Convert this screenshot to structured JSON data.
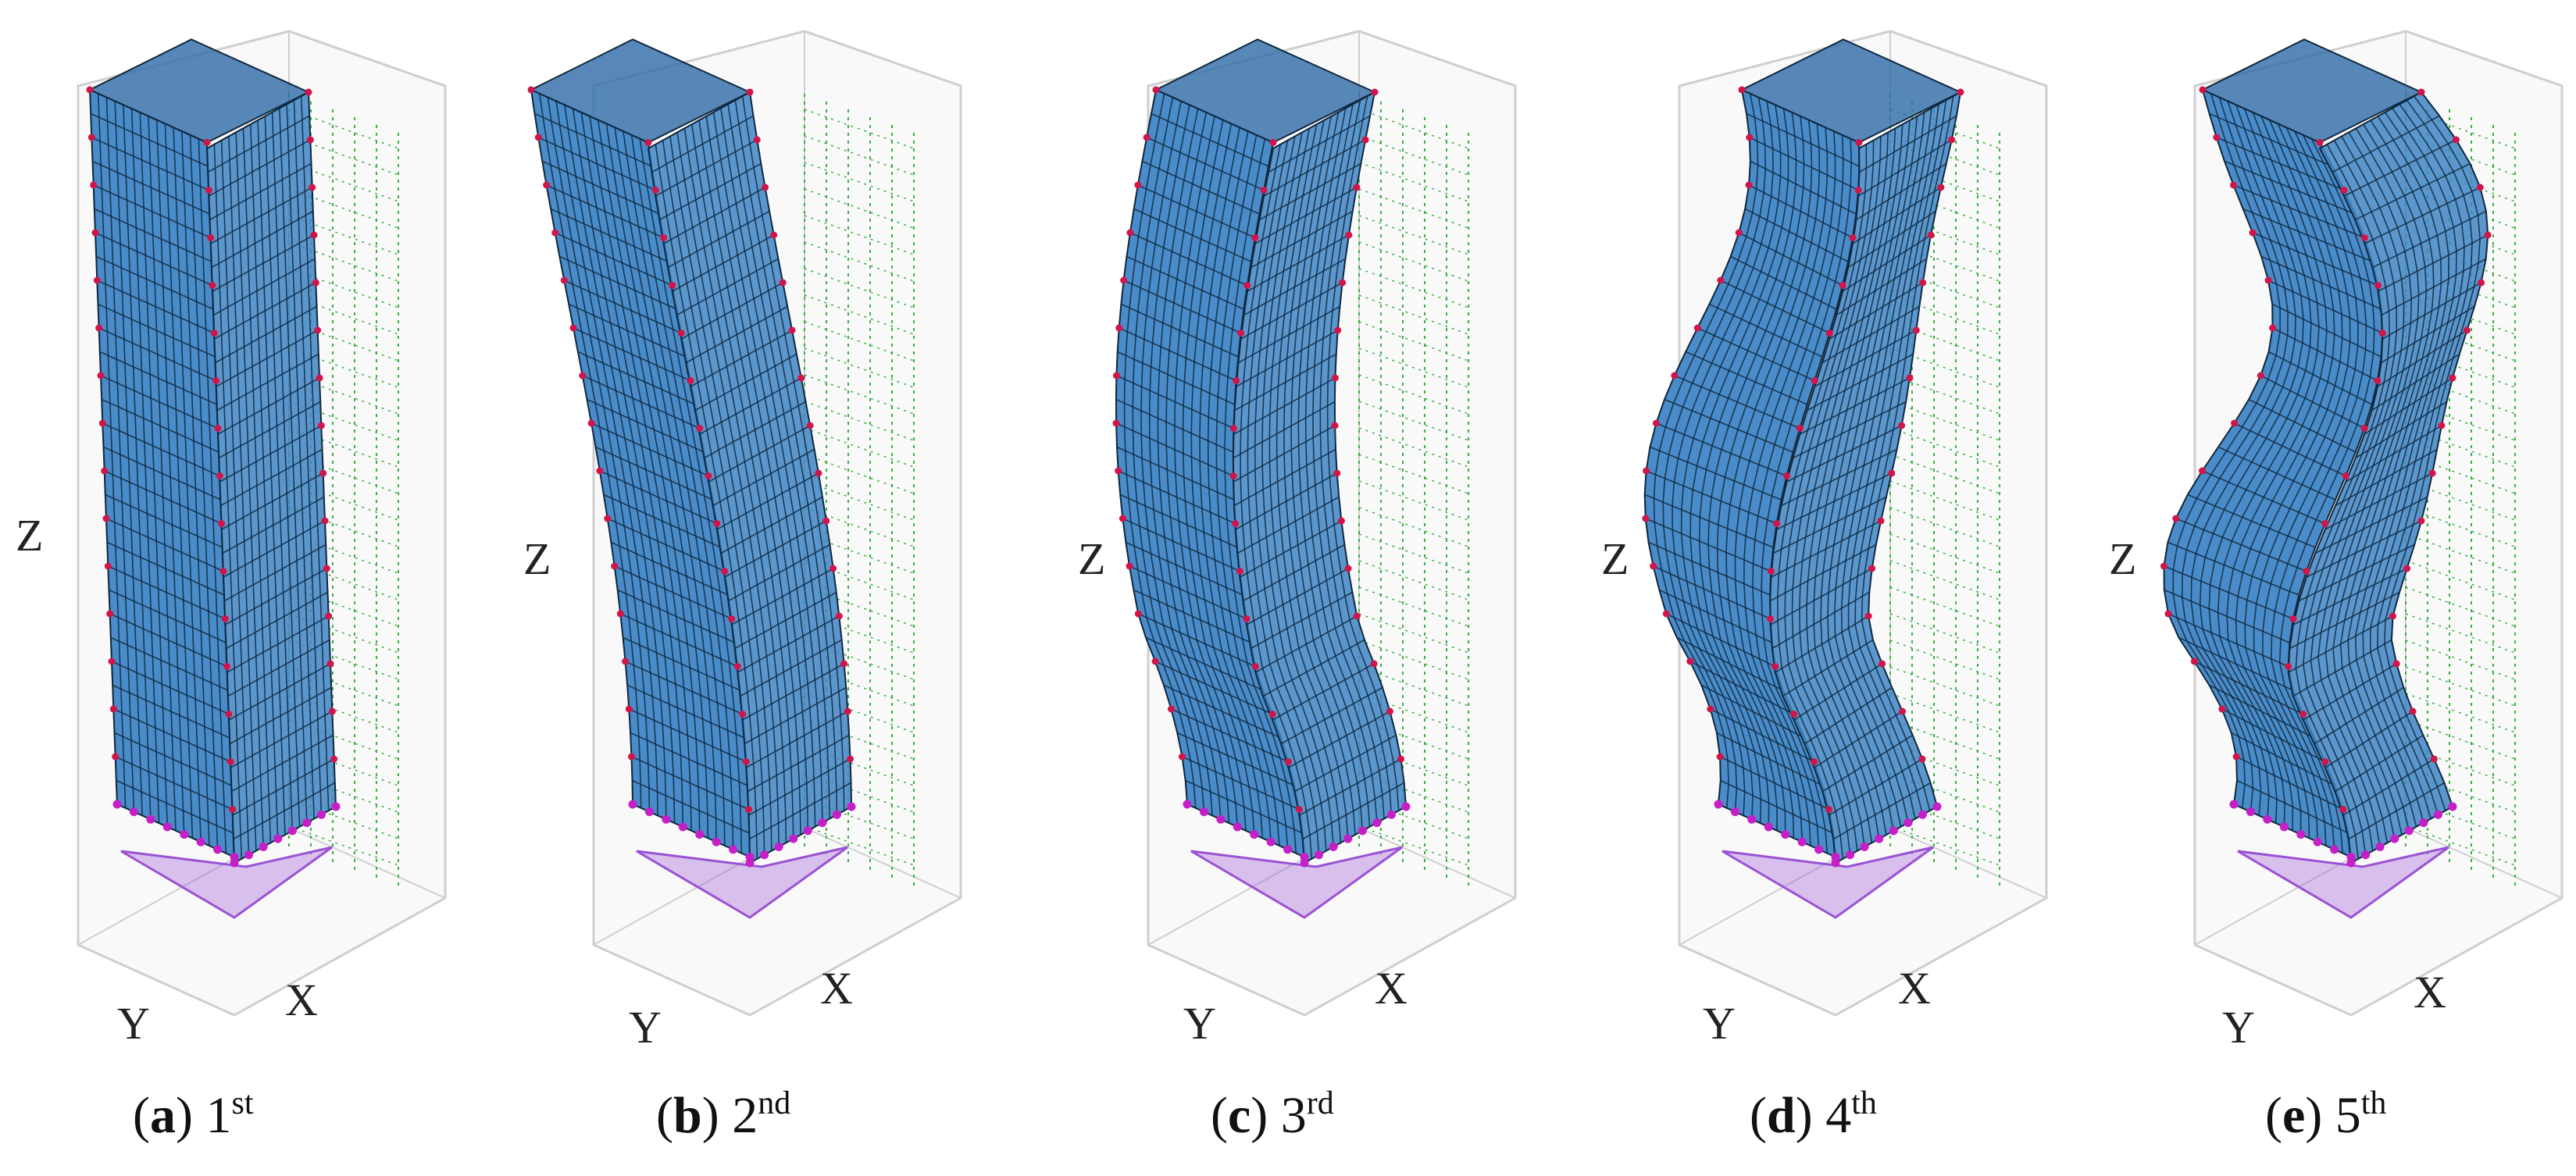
{
  "figure": {
    "colors": {
      "mesh_fill": "#3f86c6",
      "mesh_line": "#10283e",
      "edge_nodes": "#d0154a",
      "base_nodes": "#c61fc8",
      "base_plate": "#9a52d4",
      "undeformed": "#3fae45",
      "box": "#cfcfcf",
      "box_fill": "#f4f4f4"
    },
    "panels": [
      {
        "id": "a",
        "letter": "a",
        "ordinal_num": "1",
        "ordinal_suffix": "st",
        "axes": {
          "z": "Z",
          "y": "Y",
          "x": "X"
        },
        "mode_half_waves": 0
      },
      {
        "id": "b",
        "letter": "b",
        "ordinal_num": "2",
        "ordinal_suffix": "nd",
        "axes": {
          "z": "Z",
          "y": "Y",
          "x": "X"
        },
        "mode_half_waves": 1
      },
      {
        "id": "c",
        "letter": "c",
        "ordinal_num": "3",
        "ordinal_suffix": "rd",
        "axes": {
          "z": "Z",
          "y": "Y",
          "x": "X"
        },
        "mode_half_waves": 2
      },
      {
        "id": "d",
        "letter": "d",
        "ordinal_num": "4",
        "ordinal_suffix": "th",
        "axes": {
          "z": "Z",
          "y": "Y",
          "x": "X"
        },
        "mode_half_waves": 3
      },
      {
        "id": "e",
        "letter": "e",
        "ordinal_num": "5",
        "ordinal_suffix": "th",
        "axes": {
          "z": "Z",
          "y": "Y",
          "x": "X"
        },
        "mode_half_waves": 4
      }
    ]
  }
}
